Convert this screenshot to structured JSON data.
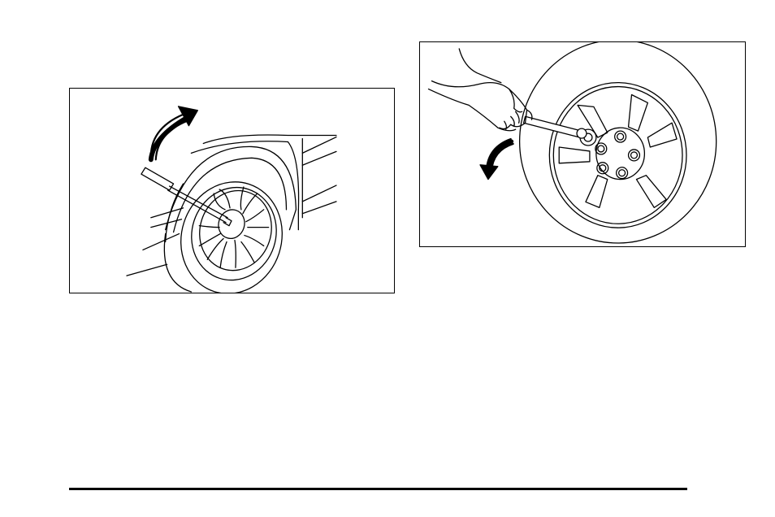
{
  "figures": [
    {
      "id": "remove-wheel-cover",
      "icons": [
        "wheel-cover",
        "wrench",
        "rotation-arrow"
      ]
    },
    {
      "id": "loosen-wheel-nuts",
      "icons": [
        "hand",
        "wheel-wrench",
        "wheel-nuts",
        "counterclockwise-arrow"
      ]
    }
  ],
  "colors": {
    "line": "#000000",
    "background": "#ffffff"
  }
}
